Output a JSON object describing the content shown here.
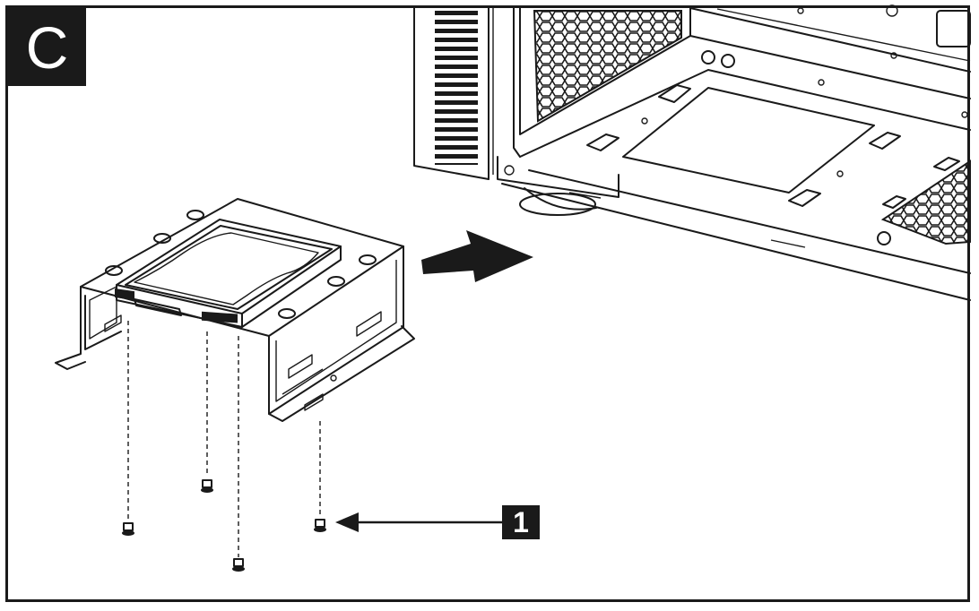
{
  "step_label": "C",
  "callout_label": "1",
  "colors": {
    "ink": "#1a1a1a",
    "paper": "#ffffff"
  },
  "icons": {
    "chassis": "pc-case-interior-illustration",
    "cage": "drive-cage-bracket-illustration",
    "drive": "hard-disk-drive-illustration",
    "insert_arrow": "insert-direction-arrow",
    "screw": "screw-icon",
    "pointer_arrow": "pointer-arrow-left"
  }
}
